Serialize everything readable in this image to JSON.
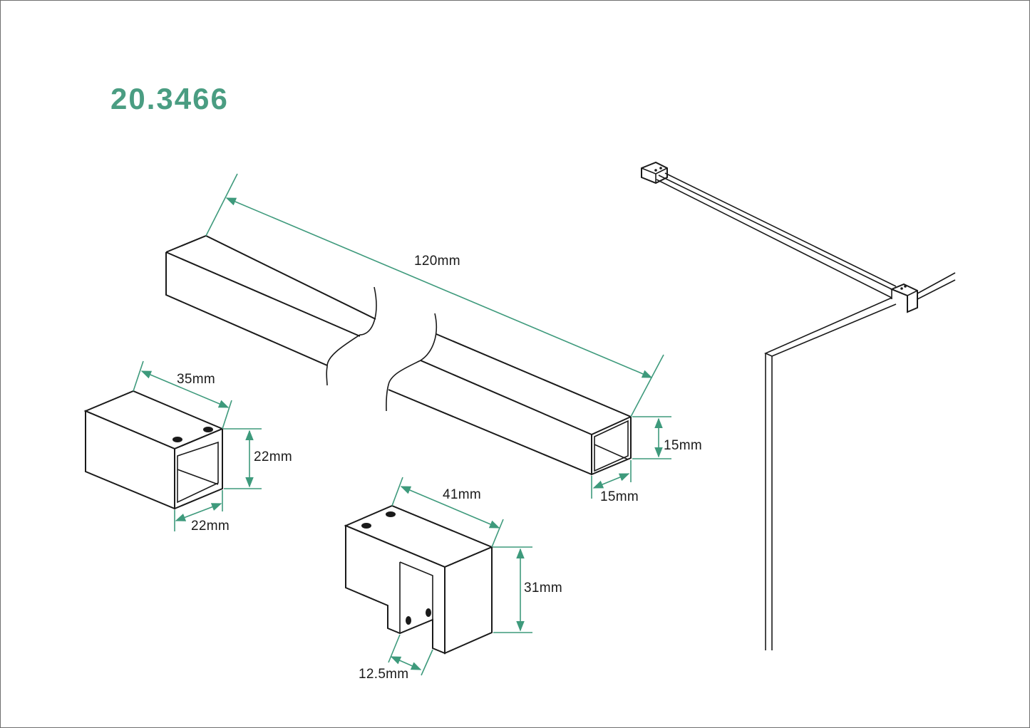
{
  "title": "20.3466",
  "colors": {
    "accent": "#4a9d82",
    "dimension_line": "#3e9a7c",
    "ink": "#1a1a1a",
    "border": "#6f6f6f"
  },
  "parts": {
    "bar": {
      "length_label": "120mm",
      "height_label": "15mm",
      "width_label": "15mm"
    },
    "wall_bracket": {
      "length_label": "35mm",
      "height_label": "22mm",
      "width_label": "22mm"
    },
    "glass_clamp": {
      "length_label": "41mm",
      "height_label": "31mm",
      "slot_label": "12.5mm"
    }
  },
  "assembly_view": {
    "description": "Stabilizer bar installed between wall and glass panel"
  }
}
